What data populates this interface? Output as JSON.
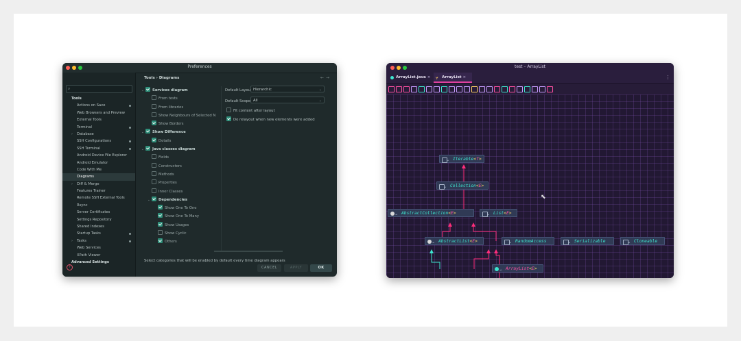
{
  "preferences": {
    "window_title": "Preferences",
    "search_placeholder": "",
    "breadcrumb": "Tools  ›  Diagrams",
    "tree": [
      {
        "label": "Tools",
        "level": 0,
        "header": true
      },
      {
        "label": "Actions on Save",
        "level": 1,
        "dot": true
      },
      {
        "label": "Web Browsers and Preview",
        "level": 1
      },
      {
        "label": "External Tools",
        "level": 1
      },
      {
        "label": "Terminal",
        "level": 1,
        "dot": true
      },
      {
        "label": "Database",
        "level": 1,
        "arrow": true
      },
      {
        "label": "SSH Configurations",
        "level": 1,
        "dot": true
      },
      {
        "label": "SSH Terminal",
        "level": 1,
        "dot": true
      },
      {
        "label": "Android Device File Explorer",
        "level": 1
      },
      {
        "label": "Android Emulator",
        "level": 1
      },
      {
        "label": "Code With Me",
        "level": 1
      },
      {
        "label": "Diagrams",
        "level": 1,
        "selected": true
      },
      {
        "label": "Diff & Merge",
        "level": 1,
        "arrow": true
      },
      {
        "label": "Features Trainer",
        "level": 1
      },
      {
        "label": "Remote SSH External Tools",
        "level": 1
      },
      {
        "label": "Rsync",
        "level": 1
      },
      {
        "label": "Server Certificates",
        "level": 1
      },
      {
        "label": "Settings Repository",
        "level": 1
      },
      {
        "label": "Shared Indexes",
        "level": 1
      },
      {
        "label": "Startup Tasks",
        "level": 1,
        "dot": true
      },
      {
        "label": "Tasks",
        "level": 1,
        "arrow": true,
        "dot": true
      },
      {
        "label": "Web Services",
        "level": 1
      },
      {
        "label": "XPath Viewer",
        "level": 1
      },
      {
        "label": "Advanced Settings",
        "level": 0,
        "header": true
      }
    ],
    "categories": [
      {
        "label": "Services diagram",
        "indent": 0,
        "checked": true,
        "bold": true,
        "twisty": true
      },
      {
        "label": "From tests",
        "indent": 1,
        "checked": false
      },
      {
        "label": "From libraries",
        "indent": 1,
        "checked": false
      },
      {
        "label": "Show Neighbours of Selected N",
        "indent": 1,
        "checked": false
      },
      {
        "label": "Show Borders",
        "indent": 1,
        "checked": true
      },
      {
        "label": "Show Difference",
        "indent": 0,
        "checked": true,
        "bold": true,
        "twisty": true
      },
      {
        "label": "Details",
        "indent": 1,
        "checked": true
      },
      {
        "label": "Java classes diagram",
        "indent": 0,
        "checked": true,
        "bold": true,
        "twisty": true
      },
      {
        "label": "Fields",
        "indent": 1,
        "checked": false
      },
      {
        "label": "Constructors",
        "indent": 1,
        "checked": false
      },
      {
        "label": "Methods",
        "indent": 1,
        "checked": false
      },
      {
        "label": "Properties",
        "indent": 1,
        "checked": false
      },
      {
        "label": "Inner Classes",
        "indent": 1,
        "checked": false
      },
      {
        "label": "Dependencies",
        "indent": 1,
        "checked": true,
        "bold": true,
        "twisty": true
      },
      {
        "label": "Show One To One",
        "indent": 2,
        "checked": true
      },
      {
        "label": "Show One To Many",
        "indent": 2,
        "checked": true
      },
      {
        "label": "Show Usages",
        "indent": 2,
        "checked": true
      },
      {
        "label": "Show Cyclic",
        "indent": 2,
        "checked": false
      },
      {
        "label": "Others",
        "indent": 2,
        "checked": true
      }
    ],
    "default_layout_label": "Default Layout:",
    "default_layout_value": "Hierarchic",
    "default_scope_label": "Default Scope:",
    "default_scope_value": "All",
    "fit_content_label": "Fit content after layout",
    "fit_content_checked": false,
    "relayout_label": "Do relayout when new elements were added",
    "relayout_checked": true,
    "hint": "Select categories that will be enabled by default every time diagram appears",
    "cancel_label": "CANCEL",
    "apply_label": "APPLY",
    "ok_label": "OK",
    "accent_color": "#2f8f7a"
  },
  "diagram": {
    "window_title": "test – ArrayList",
    "tabs": [
      {
        "label": "ArrayList.java",
        "active": false
      },
      {
        "label": "ArrayList",
        "active": true
      }
    ],
    "nodes": [
      {
        "id": "iterable",
        "name": "Iterable",
        "generic": "T",
        "kind": "interface"
      },
      {
        "id": "collection",
        "name": "Collection",
        "generic": "E",
        "kind": "interface"
      },
      {
        "id": "abstractcollection",
        "name": "AbstractCollection",
        "generic": "E",
        "kind": "abstract"
      },
      {
        "id": "list",
        "name": "List",
        "generic": "E",
        "kind": "interface"
      },
      {
        "id": "abstractlist",
        "name": "AbstractList",
        "generic": "E",
        "kind": "abstract"
      },
      {
        "id": "randomaccess",
        "name": "RandomAccess",
        "generic": "",
        "kind": "interface"
      },
      {
        "id": "serializable",
        "name": "Serializable",
        "generic": "",
        "kind": "interface"
      },
      {
        "id": "cloneable",
        "name": "Cloneable",
        "generic": "",
        "kind": "interface"
      },
      {
        "id": "arraylist",
        "name": "ArrayList",
        "generic": "E",
        "kind": "class"
      }
    ],
    "colors": {
      "extends": "#3ee6d0",
      "implements": "#ff2d7a",
      "background": "#221833",
      "grid": "#5b3f86"
    }
  }
}
